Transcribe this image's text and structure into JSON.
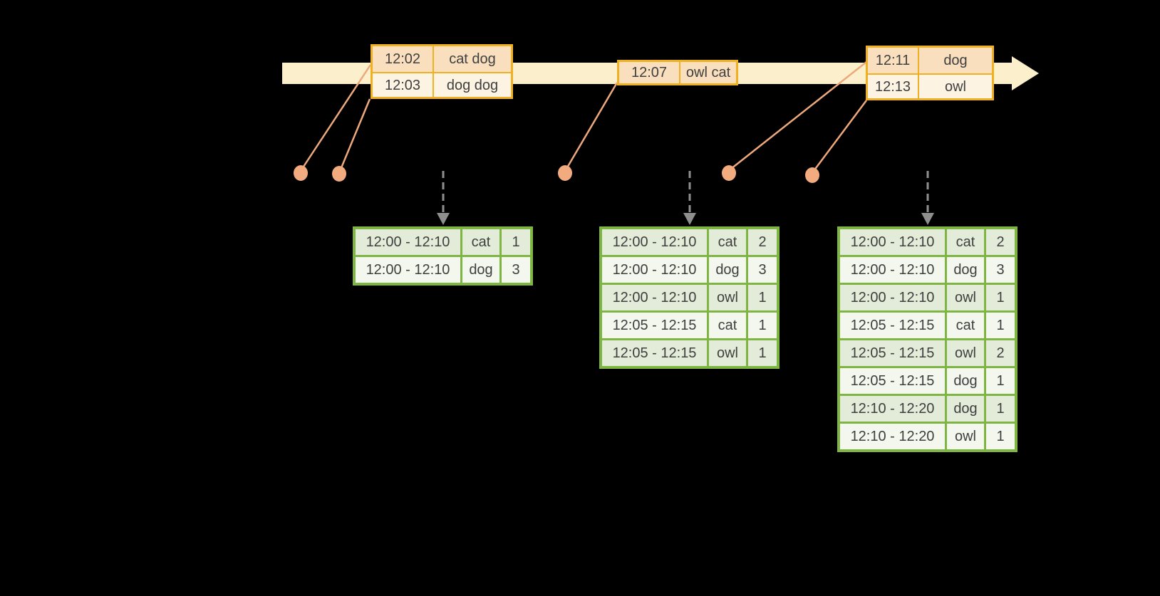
{
  "colors": {
    "background": "#000000",
    "timeline_band": "#fbf0cb",
    "event_border": "#efb021",
    "event_row_dark": "#f9dfbe",
    "event_row_light": "#fdf3e3",
    "connector": "#eda87c",
    "dot": "#f2ab7e",
    "result_border": "#7eb543",
    "result_row_dark": "#e3ecd8",
    "result_row_light": "#f3f7ee",
    "trigger_arrow": "#8f8f8f",
    "text": "#3f3f3f"
  },
  "timeline": {
    "event_tables": [
      {
        "rows": [
          {
            "time": "12:02",
            "words": "cat dog"
          },
          {
            "time": "12:03",
            "words": "dog dog"
          }
        ]
      },
      {
        "rows": [
          {
            "time": "12:07",
            "words": "owl cat"
          }
        ]
      },
      {
        "rows": [
          {
            "time": "12:11",
            "words": "dog"
          },
          {
            "time": "12:13",
            "words": "owl"
          }
        ]
      }
    ]
  },
  "result_tables": [
    {
      "rows": [
        [
          "12:00 - 12:10",
          "cat",
          "1"
        ],
        [
          "12:00 - 12:10",
          "dog",
          "3"
        ]
      ]
    },
    {
      "rows": [
        [
          "12:00 - 12:10",
          "cat",
          "2"
        ],
        [
          "12:00 - 12:10",
          "dog",
          "3"
        ],
        [
          "12:00 - 12:10",
          "owl",
          "1"
        ],
        [
          "12:05 - 12:15",
          "cat",
          "1"
        ],
        [
          "12:05 - 12:15",
          "owl",
          "1"
        ]
      ]
    },
    {
      "rows": [
        [
          "12:00 - 12:10",
          "cat",
          "2"
        ],
        [
          "12:00 - 12:10",
          "dog",
          "3"
        ],
        [
          "12:00 - 12:10",
          "owl",
          "1"
        ],
        [
          "12:05 - 12:15",
          "cat",
          "1"
        ],
        [
          "12:05 - 12:15",
          "owl",
          "2"
        ],
        [
          "12:05 - 12:15",
          "dog",
          "1"
        ],
        [
          "12:10 - 12:20",
          "dog",
          "1"
        ],
        [
          "12:10 - 12:20",
          "owl",
          "1"
        ]
      ]
    }
  ]
}
